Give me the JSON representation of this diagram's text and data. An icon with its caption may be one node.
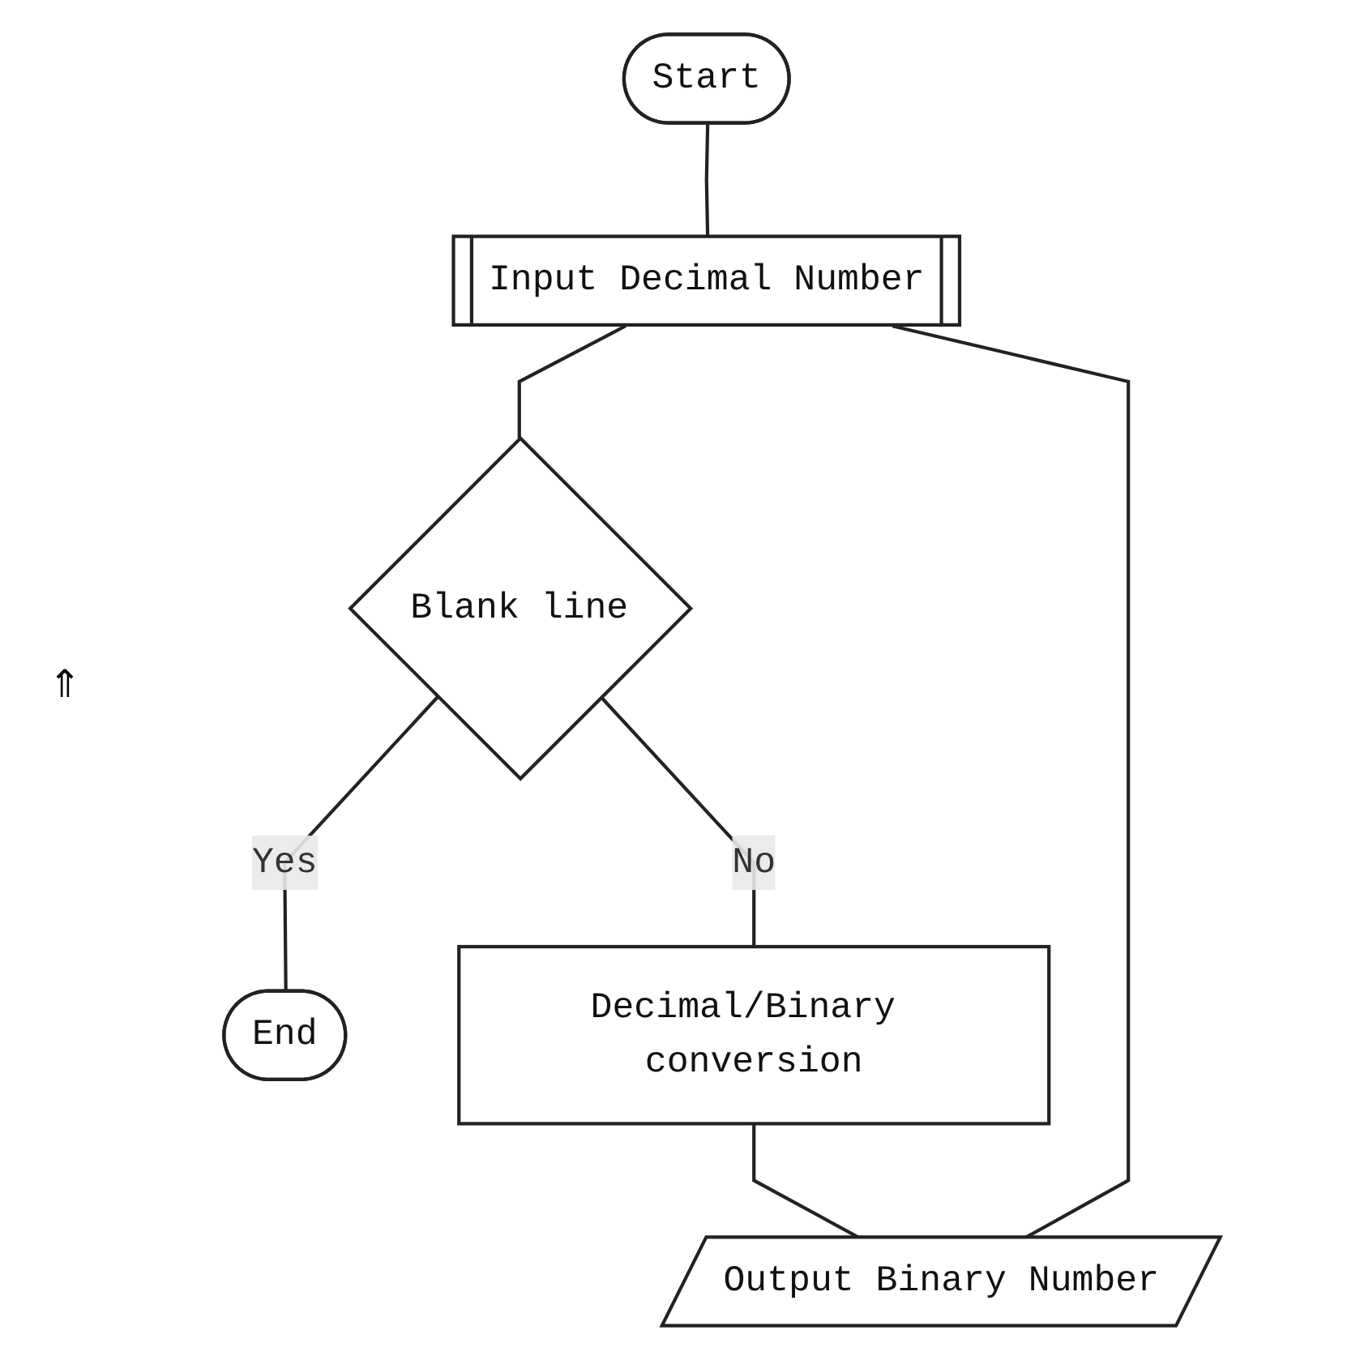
{
  "diagram": {
    "nodes": [
      {
        "text": [
          "Start"
        ]
      },
      {
        "text": [
          "Input Decimal Number"
        ]
      },
      {
        "text": [
          "Blank line"
        ]
      },
      {
        "text": [
          "End"
        ]
      },
      {
        "text": [
          "Decimal/Binary conversion"
        ]
      },
      {
        "text": [
          "Output Binary Number"
        ]
      }
    ],
    "edges": [
      {
        "from": 0,
        "to": 1,
        "arrow": "none"
      },
      {
        "from": 1,
        "to": 2,
        "arrow": "none"
      },
      {
        "from": 2,
        "to": 3,
        "arrow": "none",
        "label": "Yes"
      },
      {
        "from": 2,
        "to": 4,
        "arrow": "none",
        "label": "No"
      },
      {
        "from": 4,
        "to": 5,
        "arrow": "none"
      },
      {
        "from": 5,
        "to": 1,
        "arrow": "none"
      }
    ],
    "labels": [
      "⇑"
    ]
  }
}
